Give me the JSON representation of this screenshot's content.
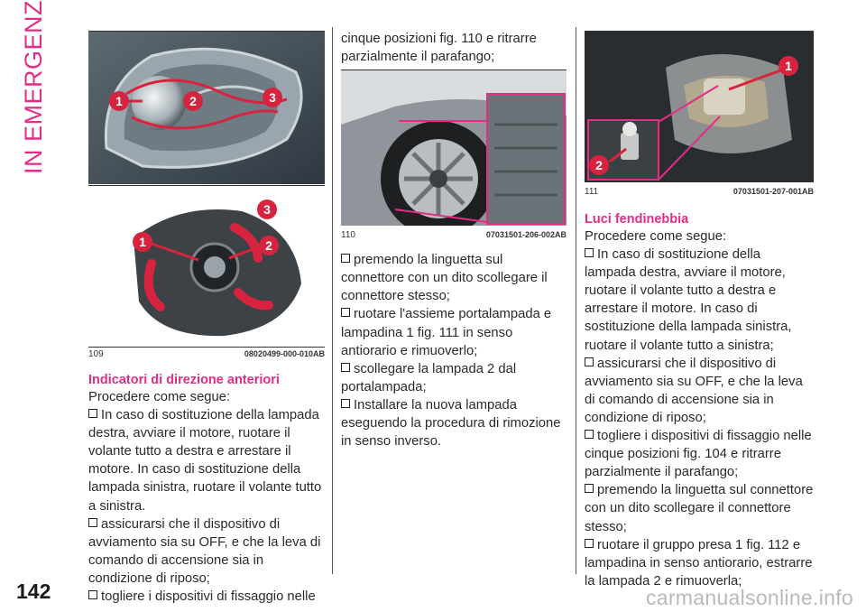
{
  "side_title": "IN EMERGENZA",
  "page_number": "142",
  "watermark": "carmanualsonline.info",
  "colors": {
    "accent": "#e42c86",
    "callout": "#d8233f"
  },
  "fig109": {
    "number": "109",
    "code": "08020499-000-010AB",
    "top_callouts": [
      "1",
      "2",
      "3"
    ],
    "bottom_callouts": [
      "1",
      "2",
      "3"
    ]
  },
  "fig110": {
    "number": "110",
    "code": "07031501-206-002AB"
  },
  "fig111": {
    "number": "111",
    "code": "07031501-207-001AB",
    "callouts": [
      "1",
      "2"
    ]
  },
  "section1": {
    "heading": "Indicatori di direzione anteriori",
    "intro": "Procedere come segue:",
    "items": [
      "In caso di sostituzione della lampada destra, avviare il motore, ruotare il volante tutto a destra e arrestare il motore. In caso di sostituzione della lampada sinistra, ruotare il volante tutto a sinistra.",
      "assicurarsi che il dispositivo di avviamento sia su OFF, e che la leva di comando di accensione sia in condizione di riposo;",
      "togliere i dispositivi di fissaggio nelle"
    ]
  },
  "column2": {
    "continuation": "cinque posizioni fig. 110 e ritrarre parzialmente il parafango;",
    "items": [
      "premendo la linguetta sul connettore con un dito scollegare il connettore stesso;",
      "ruotare l'assieme portalampada e lampadina 1 fig. 111 in senso antiorario e rimuoverlo;",
      "scollegare la lampada 2 dal portalampada;",
      "Installare la nuova lampada eseguendo la procedura di rimozione in senso inverso."
    ]
  },
  "section2": {
    "heading": "Luci fendinebbia",
    "intro": "Procedere come segue:",
    "items": [
      "In caso di sostituzione della lampada destra, avviare il motore, ruotare il volante tutto a destra e arrestare il motore. In caso di sostituzione della lampada sinistra, ruotare il volante tutto a sinistra;",
      "assicurarsi che il dispositivo di avviamento sia su OFF, e che la leva di comando di accensione sia in condizione di riposo;",
      "togliere i dispositivi di fissaggio nelle cinque posizioni fig. 104 e ritrarre parzialmente il parafango;",
      "premendo la linguetta sul connettore con un dito scollegare il connettore stesso;",
      "ruotare il gruppo presa 1 fig. 112 e lampadina in senso antiorario, estrarre la lampada 2 e rimuoverla;"
    ]
  }
}
